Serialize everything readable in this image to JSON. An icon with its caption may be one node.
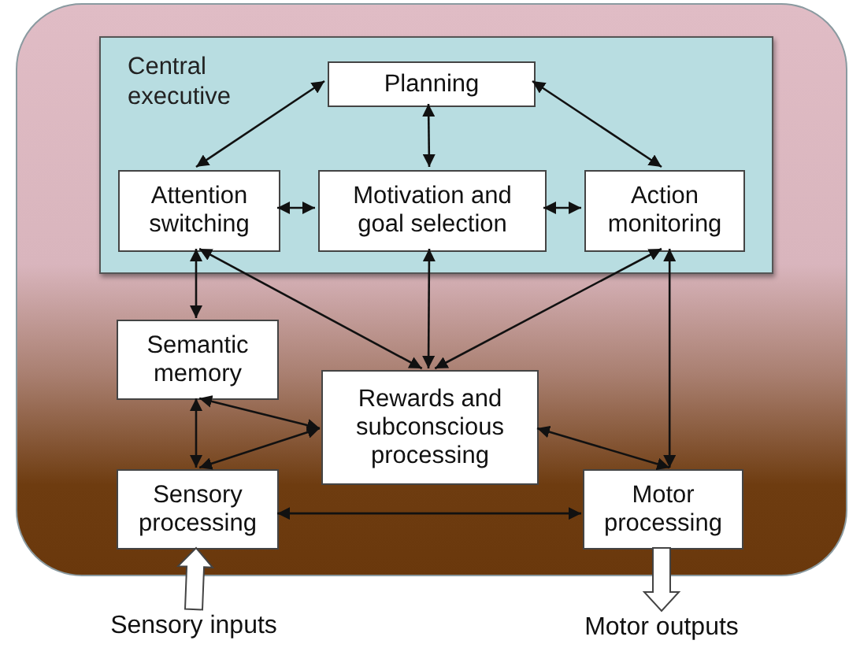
{
  "diagram": {
    "nodes": [
      {
        "text": [],
        "shape": "box"
      },
      {
        "text": [
          "Central executive"
        ],
        "in": 0
      },
      {
        "text": [
          "Planning"
        ],
        "in": 1
      },
      {
        "text": [
          "Attention switching"
        ],
        "in": 1
      },
      {
        "text": [
          "Motivation and goal selection"
        ],
        "in": 1
      },
      {
        "text": [
          "Action monitoring"
        ],
        "in": 1
      },
      {
        "text": [
          "Semantic memory"
        ],
        "in": 0
      },
      {
        "text": [
          "Rewards and subconscious processing"
        ],
        "in": 0
      },
      {
        "text": [
          "Sensory processing"
        ],
        "in": 0
      },
      {
        "text": [
          "Motor processing"
        ],
        "in": 0
      },
      {
        "text": [
          "Sensory inputs"
        ]
      },
      {
        "text": [
          "Motor outputs"
        ]
      }
    ],
    "edges": [
      {
        "from": 2,
        "to": 3,
        "arrow": "both"
      },
      {
        "from": 2,
        "to": 4,
        "arrow": "both"
      },
      {
        "from": 2,
        "to": 5,
        "arrow": "both"
      },
      {
        "from": 3,
        "to": 4,
        "arrow": "both"
      },
      {
        "from": 4,
        "to": 5,
        "arrow": "both"
      },
      {
        "from": 3,
        "to": 6,
        "arrow": "both"
      },
      {
        "from": 3,
        "to": 7,
        "arrow": "both"
      },
      {
        "from": 4,
        "to": 7,
        "arrow": "both"
      },
      {
        "from": 5,
        "to": 7,
        "arrow": "both"
      },
      {
        "from": 5,
        "to": 9,
        "arrow": "both"
      },
      {
        "from": 6,
        "to": 7,
        "arrow": "both"
      },
      {
        "from": 6,
        "to": 8,
        "arrow": "both"
      },
      {
        "from": 8,
        "to": 7,
        "arrow": "both"
      },
      {
        "from": 7,
        "to": 9,
        "arrow": "both"
      },
      {
        "from": 8,
        "to": 9,
        "arrow": "both"
      },
      {
        "from": 10,
        "to": 8,
        "arrow": "to",
        "style": "thick"
      },
      {
        "from": 9,
        "to": 11,
        "arrow": "to",
        "style": "thick"
      }
    ]
  }
}
